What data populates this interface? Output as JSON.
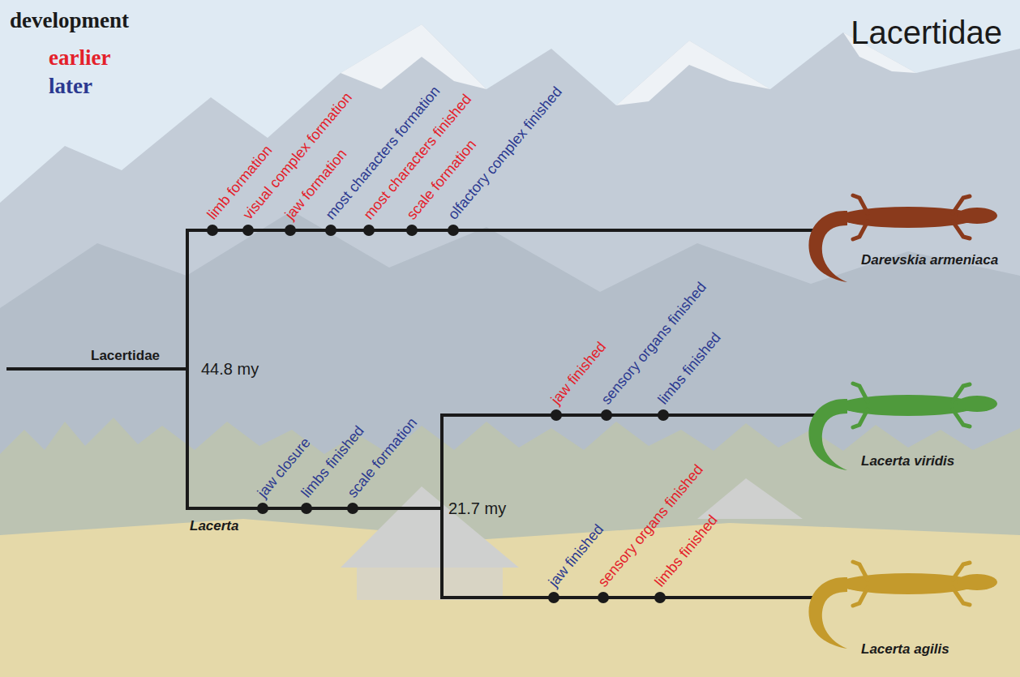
{
  "diagram": {
    "title": "Lacertidae",
    "labels": [
      "development",
      "limb formation",
      "visual complex formation",
      "jaw formation",
      "most characters formation",
      "most characters finished",
      "scale formation",
      "olfactory complex finished",
      "Darevskia armeniaca",
      "Lacertidae",
      "44.8 my",
      "jaw finished",
      "sensory organs finished",
      "limbs finished",
      "Lacerta viridis",
      "jaw closure",
      "limbs finished",
      "scale formation",
      "Lacerta",
      "21.7 my",
      "jaw finished",
      "sensory organs finished",
      "limbs finished",
      "Lacerta agilis"
    ],
    "legend": [
      {
        "text": "earlier",
        "color": "#e4202a"
      },
      {
        "text": "later",
        "color": "#2b3990"
      }
    ]
  }
}
